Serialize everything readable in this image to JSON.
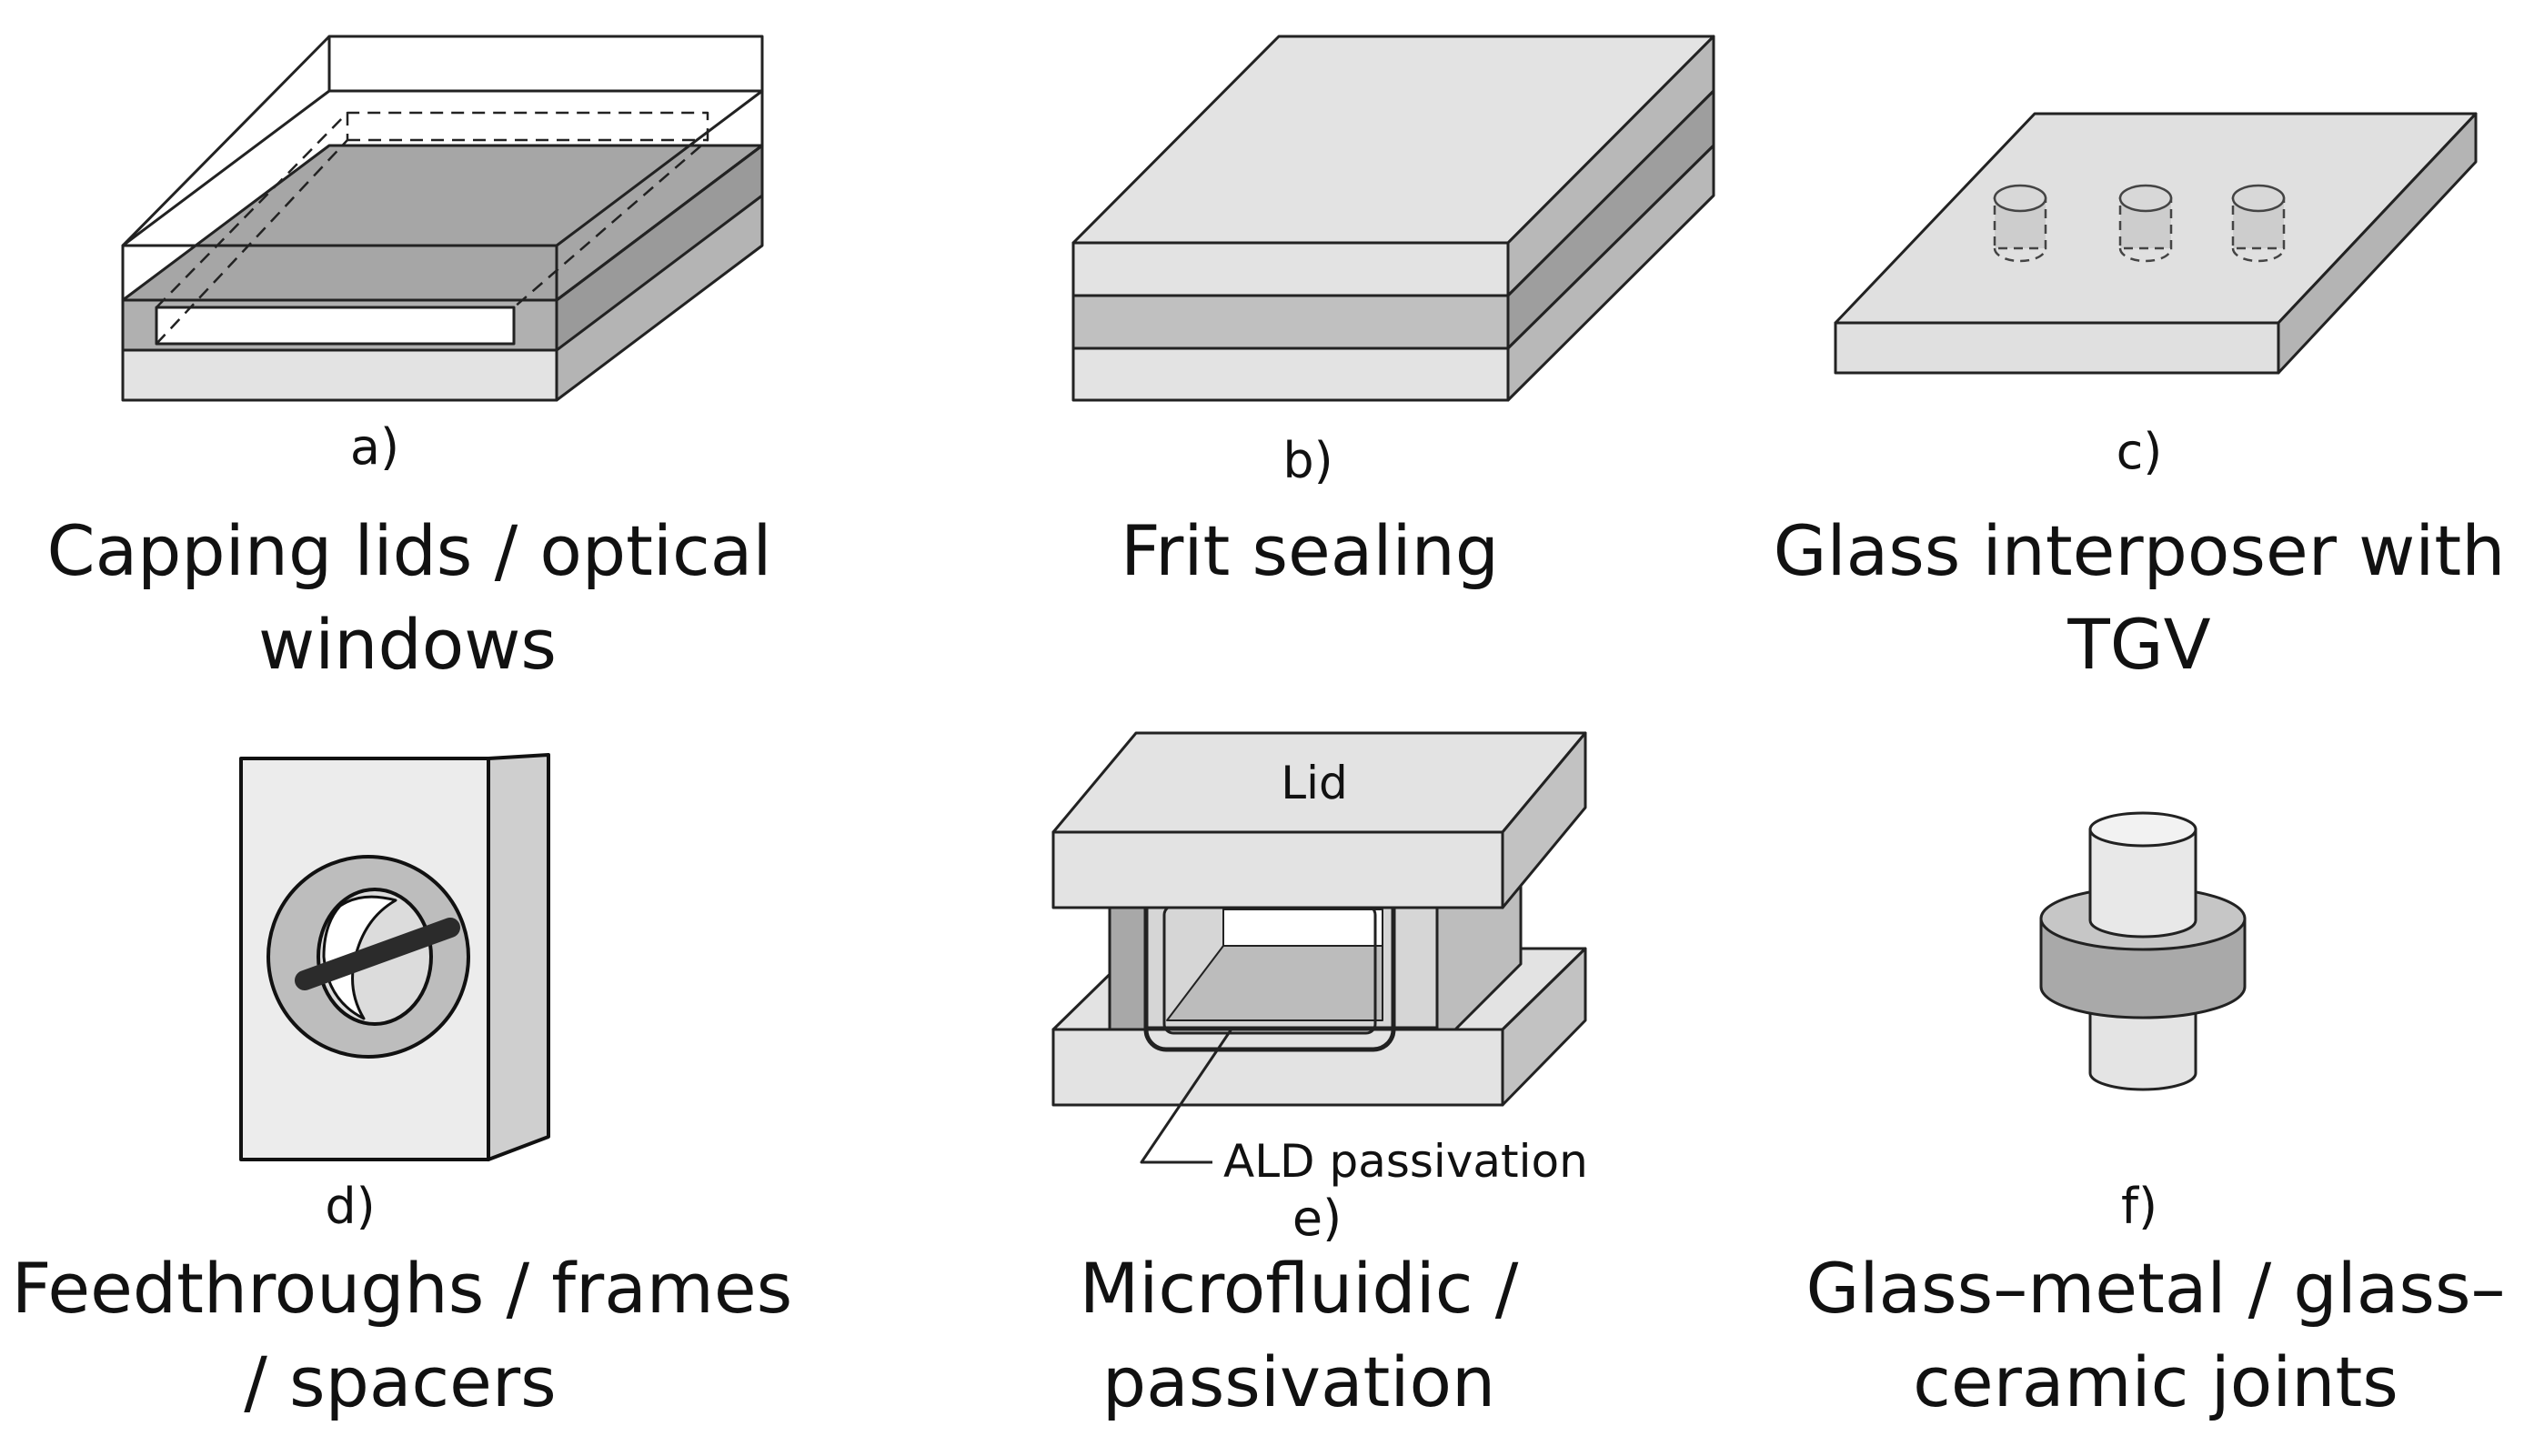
{
  "panels": [
    {
      "id": "a",
      "letter": "a)",
      "caption_lines": [
        "Capping lids / optical",
        "windows"
      ]
    },
    {
      "id": "b",
      "letter": "b)",
      "caption_lines": [
        "Frit sealing"
      ]
    },
    {
      "id": "c",
      "letter": "c)",
      "caption_lines": [
        "Glass interposer with",
        "TGV"
      ]
    },
    {
      "id": "d",
      "letter": "d)",
      "caption_lines": [
        "Feedthroughs / frames",
        "/ spacers"
      ]
    },
    {
      "id": "e",
      "letter": "e)",
      "caption_lines": [
        "Microfluidic /",
        "passivation"
      ],
      "lid_label": "Lid",
      "callout_label": "ALD passivation"
    },
    {
      "id": "f",
      "letter": "f)",
      "caption_lines": [
        "Glass–metal / glass–",
        "ceramic joints"
      ]
    }
  ],
  "colors": {
    "light_gray": "#e3e3e3",
    "mid_gray": "#c4c4c4",
    "dark_gray": "#a6a6a6",
    "outline": "#222222",
    "pin": "#2b2b2b"
  }
}
